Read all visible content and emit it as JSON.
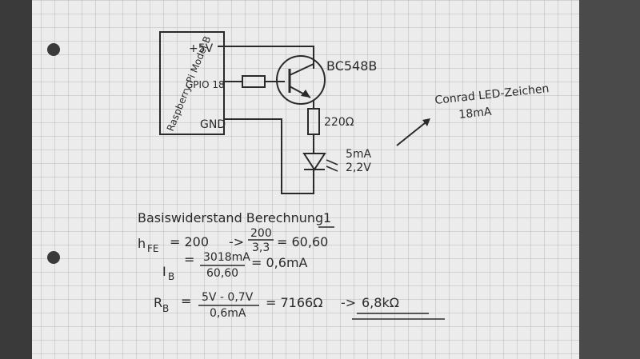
{
  "labels": {
    "plus5v": "+5V",
    "gpio": "GPIO 18",
    "gnd": "GND",
    "board_name": "Raspberry Pi Model B",
    "transistor": "BC548B",
    "resistor_led": "220Ω",
    "led_current": "5mA",
    "led_voltage": "2,2V",
    "note_line1": "Conrad LED-Zeichen",
    "note_line2": "18mA"
  },
  "calc": {
    "heading": "Basiswiderstand Berechnung",
    "heading_mark": "1",
    "hfe_label": "h",
    "hfe_sub": "FE",
    "hfe_eq": "= 200",
    "hfe_arrow": "->",
    "hfe_num": "200",
    "hfe_den": "3,3",
    "hfe_result": "= 60,60",
    "ib_label": "I",
    "ib_sub": "B",
    "ib_eq": "=",
    "ib_num": "3018mA",
    "ib_den": "60,60",
    "ib_result": "= 0,6mA",
    "rb_label": "R",
    "rb_sub": "B",
    "rb_eq": "=",
    "rb_num": "5V - 0,7V",
    "rb_den": "0,6mA",
    "rb_result": "= 7166Ω",
    "rb_arrow": "->",
    "rb_final": "6,8kΩ"
  }
}
